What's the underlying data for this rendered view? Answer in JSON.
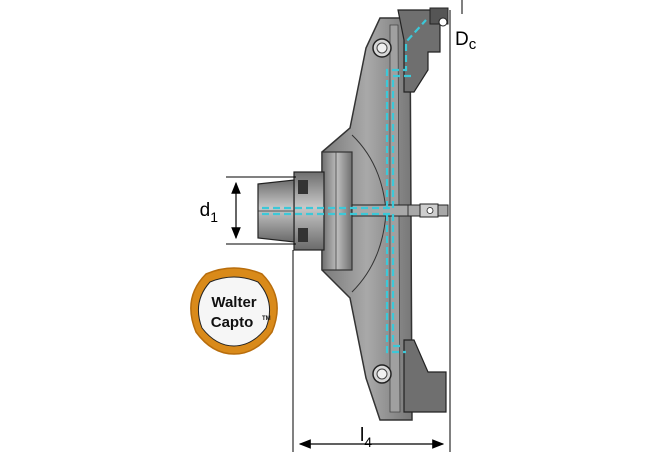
{
  "diagram": {
    "dimensions": {
      "dc": {
        "main": "D",
        "sub": "c"
      },
      "d1": {
        "main": "d",
        "sub": "1"
      },
      "l4": {
        "main": "l",
        "sub": "4"
      }
    },
    "badge": {
      "line1": "Walter",
      "line2": "Capto",
      "mark": "TM"
    },
    "colors": {
      "body": "#8c8c8c",
      "body_dark": "#555555",
      "body_light": "#bdbdbd",
      "coolant": "#3cc8d8",
      "badge_outer": "#d98a1a",
      "badge_inner": "#f6f6f6",
      "line": "#000000"
    }
  }
}
